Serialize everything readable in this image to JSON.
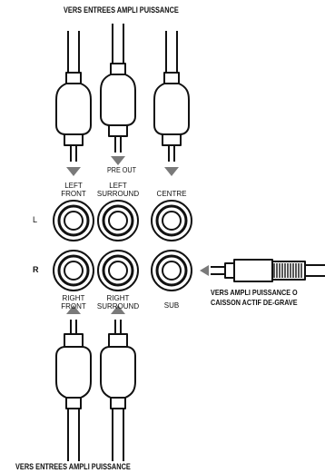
{
  "top_caption": "VERS ENTREES AMPLI PUISSANCE",
  "bottom_caption": "VERS ENTREES AMPLI PUISSANCE",
  "pre_out_label": "PRE OUT",
  "row_labels": {
    "left": "L",
    "right": "R"
  },
  "jack_labels": {
    "left_front_1": "LEFT",
    "left_front_2": "FRONT",
    "left_surround_1": "LEFT",
    "left_surround_2": "SURROUND",
    "centre": "CENTRE",
    "right_front_1": "RIGHT",
    "right_front_2": "FRONT",
    "right_surround_1": "RIGHT",
    "right_surround_2": "SURROUND",
    "sub": "SUB"
  },
  "sub_caption": {
    "line1": "VERS AMPLI PUISSANCE O",
    "line2": "CAISSON ACTIF DE-GRAVE"
  }
}
